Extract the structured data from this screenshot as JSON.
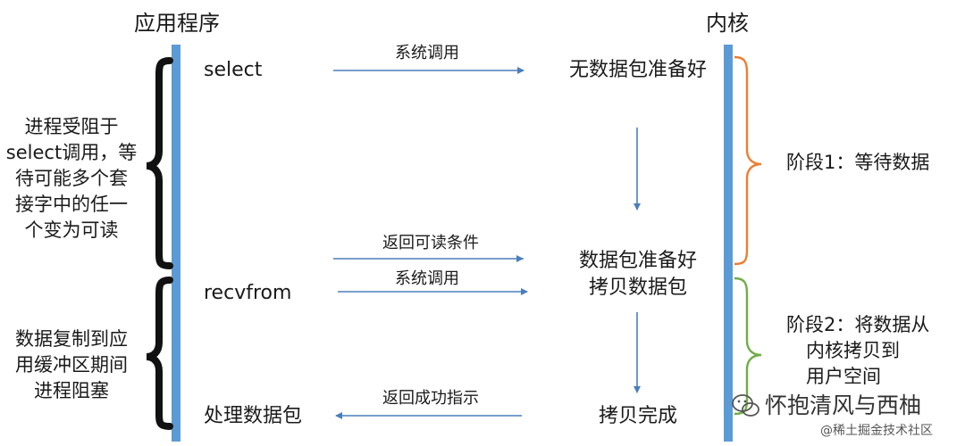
{
  "titles": {
    "app": "应用程序",
    "kernel": "内核"
  },
  "app_labels": {
    "select": "select",
    "recvfrom": "recvfrom",
    "process": "处理数据包"
  },
  "kernel_labels": {
    "no_data": "无数据包准备好",
    "data_ready_line1": "数据包准备好",
    "data_ready_line2": "拷贝数据包",
    "copy_done": "拷贝完成"
  },
  "arrow_labels": {
    "syscall_1": "系统调用",
    "return_readable": "返回可读条件",
    "syscall_2": "系统调用",
    "return_success": "返回成功指示"
  },
  "left_notes": {
    "blocked_select": [
      "进程受阻于",
      "select调用，等",
      "待可能多个套",
      "接字中的任一",
      "个变为可读"
    ],
    "blocked_copy": [
      "数据复制到应",
      "用缓冲区期间",
      "进程阻塞"
    ]
  },
  "stages": {
    "stage1": "阶段1：等待数据",
    "stage2": [
      "阶段2：将数据从",
      "内核拷贝到",
      "用户空间"
    ]
  },
  "watermark": {
    "main": "怀抱清风与西柚",
    "sub": "@稀土掘金技术社区"
  },
  "colors": {
    "bar": "#5b9bd5",
    "arrow": "#4a7ebb",
    "brace_left": "#111111",
    "brace_stage1": "#ed7d31",
    "brace_stage2": "#70ad47"
  }
}
